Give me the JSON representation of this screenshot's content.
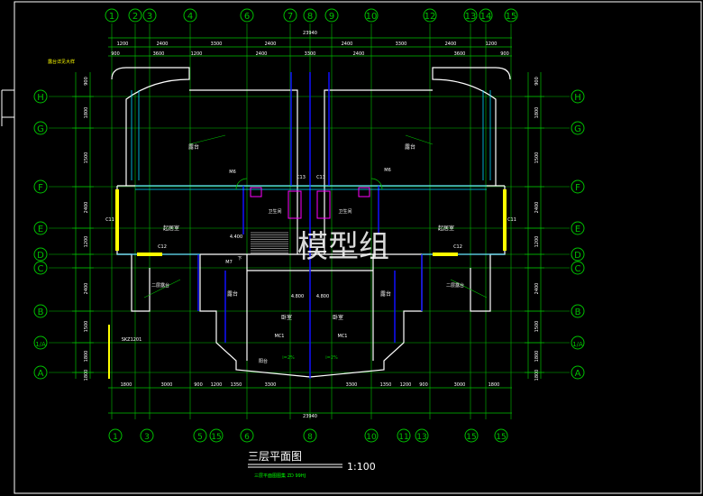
{
  "drawing": {
    "title": "三层平面图",
    "scale": "1:100",
    "subtitle": "三层平面图图集 ZD 99HJ",
    "watermark": "模型组"
  },
  "axes": {
    "top": [
      "1",
      "2",
      "3",
      "4",
      "6",
      "7",
      "8",
      "9",
      "10",
      "12",
      "13",
      "14",
      "15"
    ],
    "bottom": [
      "1",
      "3",
      "5",
      "15",
      "6",
      "8",
      "10",
      "11",
      "13",
      "15"
    ],
    "left": [
      "H",
      "G",
      "F",
      "E",
      "D",
      "C",
      "B",
      "1/A",
      "A"
    ],
    "right": [
      "H",
      "G",
      "F",
      "E",
      "D",
      "C",
      "B",
      "1/A",
      "A"
    ]
  },
  "dimensions": {
    "top_overall": "23940",
    "bottom_overall": "23940",
    "top_row1": [
      "1200",
      "2400",
      "3300",
      "2400",
      "2400",
      "3300",
      "2400",
      "1200"
    ],
    "top_row2": [
      "900",
      "3600",
      "1200",
      "2400",
      "3300",
      "2400",
      "3600",
      "900"
    ],
    "bottom_row": [
      "1800",
      "3000",
      "900",
      "1200",
      "1350",
      "3300",
      "3300",
      "1350",
      "1200",
      "900",
      "3000",
      "1800"
    ],
    "left_col": [
      "900",
      "1800",
      "1500",
      "2400",
      "1200",
      "2400",
      "1500",
      "1800",
      "1800"
    ],
    "right_col": [
      "900",
      "1800",
      "1500",
      "2400",
      "1200",
      "2400",
      "1500",
      "1800",
      "1800"
    ]
  },
  "rooms": {
    "balcony_left": "露台",
    "balcony_right": "露台",
    "living_left": "起居室",
    "living_right": "起居室",
    "bath_left": "卫生间",
    "bath_right": "卫生间",
    "bedroom_left": "卧室",
    "bedroom_right": "卧室",
    "study_left": "二层露台",
    "study_right": "二层露台",
    "terrace_left": "露台",
    "terrace_right": "露台",
    "corridor": "阳台"
  },
  "labels": {
    "window_c11_left": "C11",
    "window_c11_right": "C11",
    "window_c12_left": "C12",
    "window_c12_right": "C12",
    "door_m6_left": "M6",
    "door_m6_right": "M6",
    "door_m7": "M7",
    "door_mc1_left": "MC1",
    "door_mc1_right": "MC1",
    "level_4400": "4.400",
    "level_4800_left": "4.800",
    "level_4800_right": "4.800",
    "slope_left": "i=2%",
    "slope_right": "i=2%",
    "balcony_tag": "露台详见大样",
    "stair_tag": "SKZ1201",
    "c13_a": "C13",
    "c13_b": "C13",
    "up": "下"
  },
  "colors": {
    "background": "#000000",
    "grid": "#00c000",
    "wall": "#ffffff",
    "window": "#00d8ff",
    "dim": "#ffff00",
    "wall_thick": "#1010ff",
    "accent": "#ff00ff",
    "text": "#ffffff"
  }
}
